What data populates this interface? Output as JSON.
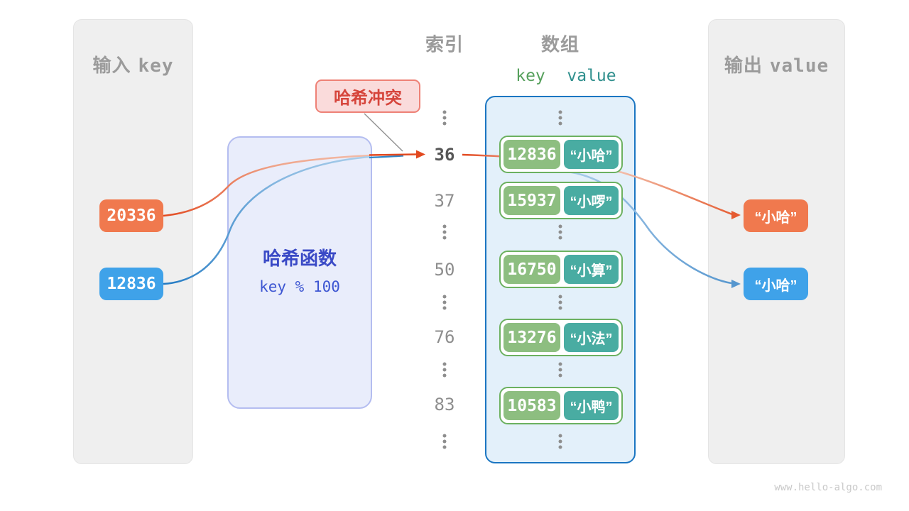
{
  "input_panel": {
    "title_zh": "输入",
    "title_en": "key",
    "keys": [
      {
        "value": "20336",
        "color": "#F0794E"
      },
      {
        "value": "12836",
        "color": "#3FA2E9"
      }
    ]
  },
  "output_panel": {
    "title_zh": "输出",
    "title_en": "value",
    "values": [
      {
        "value": "“小哈”",
        "color": "#F0794E"
      },
      {
        "value": "“小哈”",
        "color": "#3FA2E9"
      }
    ]
  },
  "hash_box": {
    "title": "哈希函数",
    "formula": "key % 100"
  },
  "collision_badge": {
    "label": "哈希冲突"
  },
  "index_column": {
    "title": "索引",
    "values": [
      "36",
      "37",
      "50",
      "76",
      "83"
    ],
    "highlighted": "36"
  },
  "array_panel": {
    "title": "数组",
    "key_header": "key",
    "value_header": "value",
    "entries": [
      {
        "key": "12836",
        "value": "“小哈”"
      },
      {
        "key": "15937",
        "value": "“小啰”"
      },
      {
        "key": "16750",
        "value": "“小算”"
      },
      {
        "key": "13276",
        "value": "“小法”"
      },
      {
        "key": "10583",
        "value": "“小鸭”"
      }
    ]
  },
  "watermark": "www.hello-algo.com",
  "colors": {
    "key_orange": "#F0794E",
    "key_blue": "#3FA2E9",
    "entry_key_green": "#8DBE80",
    "entry_value_teal": "#49ACA2",
    "array_border_blue": "#1B76C2",
    "hash_box_fill": "#E9EDFB",
    "hash_text_indigo": "#3A4AC6",
    "collision_red": "#D6453C",
    "panel_gray": "#EFEFEF",
    "arrow_orange": "#E2491F",
    "arrow_blue": "#5596CE"
  }
}
